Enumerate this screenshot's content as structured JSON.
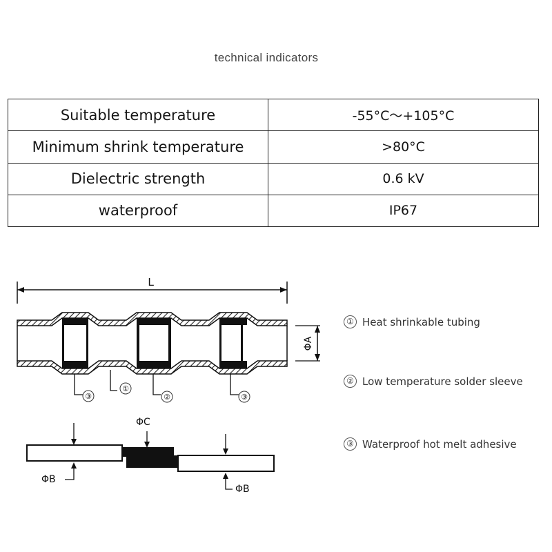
{
  "title": "technical indicators",
  "table": {
    "rows": [
      {
        "label": "Suitable temperature",
        "value": "-55°C～+105°C"
      },
      {
        "label": "Minimum shrink temperature",
        "value": ">80°C"
      },
      {
        "label": "Dielectric strength",
        "value": "0.6 kV"
      },
      {
        "label": "waterproof",
        "value": "IP67"
      }
    ]
  },
  "diagram": {
    "dim_L": "L",
    "dim_A": "ΦA",
    "dim_B": "ΦB",
    "dim_C": "ΦC",
    "callout_1": "①",
    "callout_2": "②",
    "callout_3": "③"
  },
  "legend": [
    {
      "marker": "①",
      "text": "Heat shrinkable tubing"
    },
    {
      "marker": "②",
      "text": "Low temperature solder sleeve"
    },
    {
      "marker": "③",
      "text": "Waterproof hot melt adhesive"
    }
  ],
  "colors": {
    "line": "#111111",
    "hatch": "#333333",
    "text": "#151515"
  }
}
